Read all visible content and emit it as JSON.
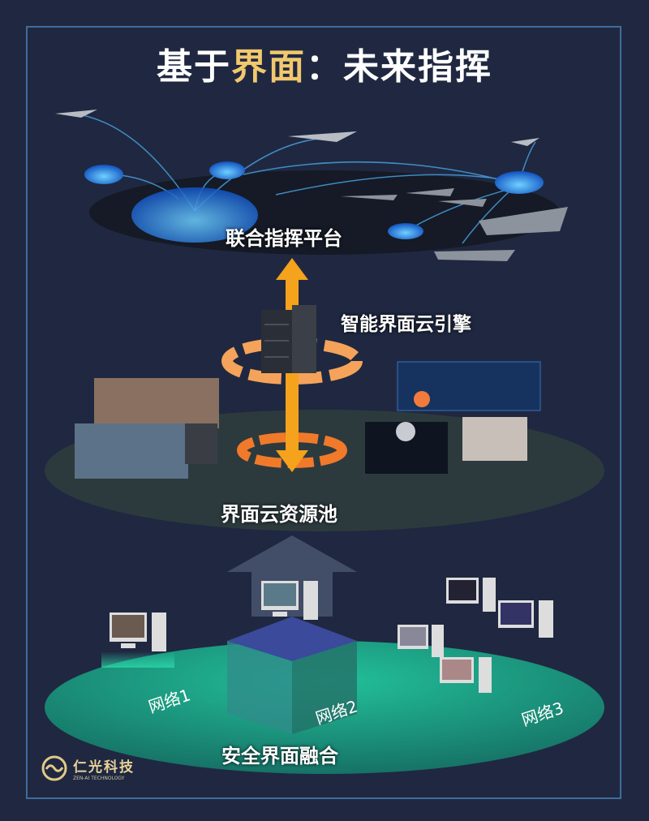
{
  "title": {
    "part1": "基于",
    "highlight": "界面",
    "part2": "：未来指挥"
  },
  "colors": {
    "background": "#1f2840",
    "frame": "#3f6c9c",
    "highlight": "#f2c86e",
    "arrow": "#f5a21c",
    "ring": "#f07a2a",
    "teal": "#1fae8d"
  },
  "layers": {
    "command_platform": "联合指挥平台",
    "cloud_engine": "智能界面云引擎",
    "resource_pool": "界面云资源池",
    "security_fusion": "安全界面融合"
  },
  "networks": [
    "网络1",
    "网络2",
    "网络3"
  ],
  "logo": {
    "name": "仁光科技",
    "subtitle": "ZEN-AI TECHNOLOGY"
  }
}
